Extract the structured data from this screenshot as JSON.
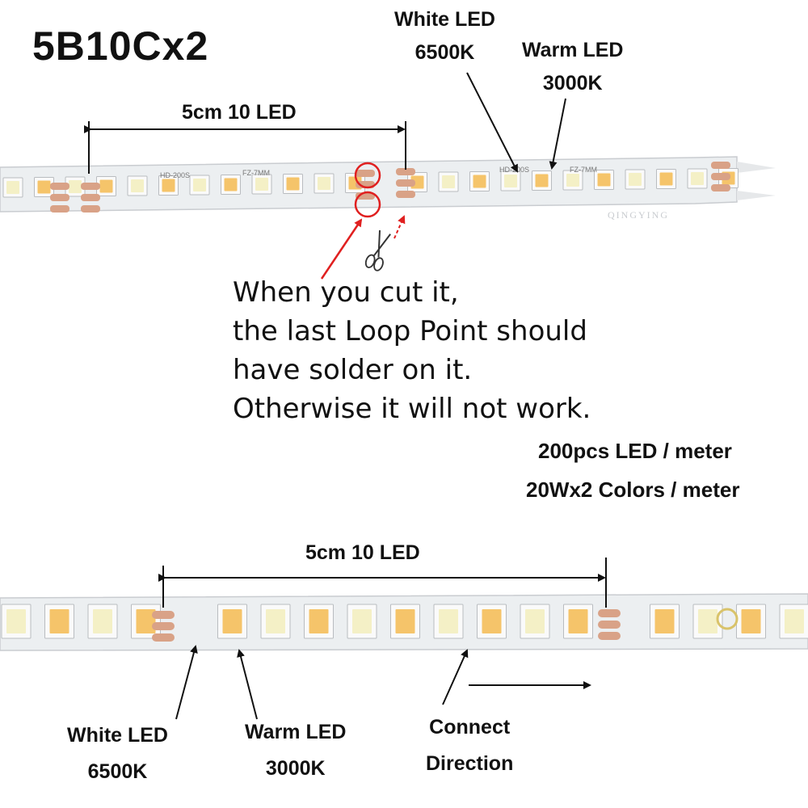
{
  "title": "5B10Cx2",
  "top_strip": {
    "segment_label": "5cm 10 LED",
    "white_led": {
      "name": "White LED",
      "temp": "6500K"
    },
    "warm_led": {
      "name": "Warm LED",
      "temp": "3000K"
    },
    "pcb_marks": [
      "HD-200S",
      "FZ-7MM",
      "HD-200S",
      "FZ-7MM"
    ],
    "watermark": "QINGYING"
  },
  "note_lines": [
    "When you cut it,",
    "the last Loop Point should",
    "have solder on it.",
    "Otherwise it will not work."
  ],
  "specs": {
    "density": "200pcs LED / meter",
    "power": "20Wx2 Colors / meter"
  },
  "bottom_strip": {
    "segment_label": "5cm 10 LED",
    "white_led": {
      "name": "White LED",
      "temp": "6500K"
    },
    "warm_led": {
      "name": "Warm LED",
      "temp": "3000K"
    },
    "direction_label": {
      "line1": "Connect",
      "line2": "Direction"
    }
  },
  "colors": {
    "pcb": "#f2f3f4",
    "led_white": "#f4f0c6",
    "led_warm": "#f5c46a",
    "pad": "#d9a287",
    "highlight": "#e02020"
  }
}
